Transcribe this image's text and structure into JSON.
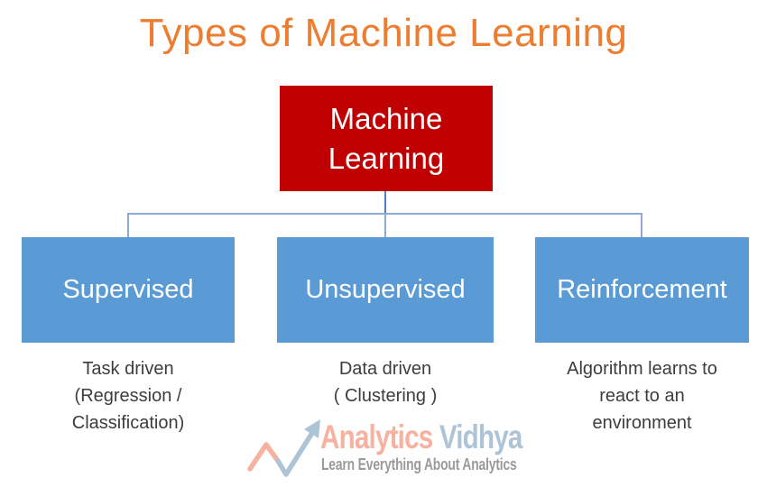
{
  "title": "Types of Machine Learning",
  "theme": {
    "title_color": "#ED7D31",
    "root_box_color": "#C00000",
    "child_box_color": "#5B9BD5",
    "box_text_color": "#FFFFFF",
    "connector_color": "#8CABD8",
    "connector_dark_color": "#4F81BD",
    "description_color": "#3D3D3D",
    "logo_salmon": "#F6B29F",
    "logo_blue": "#ADC4D7",
    "logo_tagline_color": "#9A9A9A"
  },
  "diagram": {
    "root": {
      "label": "Machine\nLearning"
    },
    "children": [
      {
        "label": "Supervised",
        "description": "Task driven\n(Regression /\nClassification)"
      },
      {
        "label": "Unsupervised",
        "description": "Data driven\n( Clustering )"
      },
      {
        "label": "Reinforcement",
        "description": "Algorithm learns to\nreact to an\nenvironment"
      }
    ]
  },
  "logo": {
    "icon": "trend-arrow-icon",
    "brand_first": "Analytics",
    "brand_second": "Vidhya",
    "tagline": "Learn Everything About Analytics"
  }
}
